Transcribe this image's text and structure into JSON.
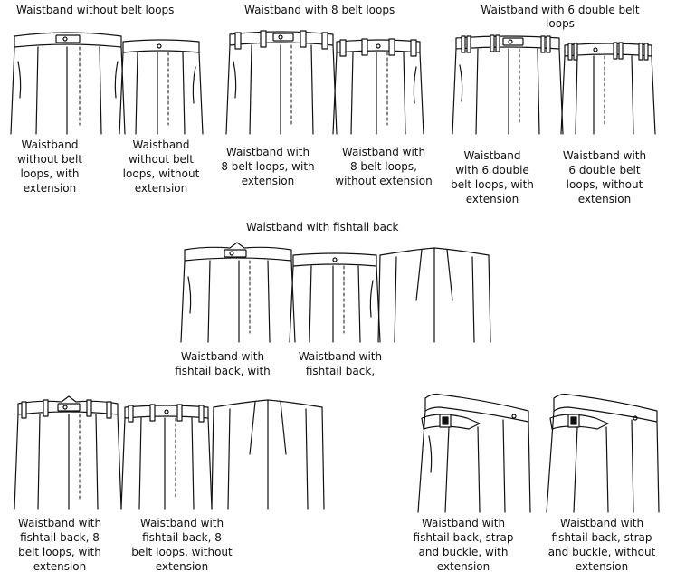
{
  "sections": [
    {
      "title": "Waistband without belt loops"
    },
    {
      "title": "Waistband with 8 belt loops"
    },
    {
      "title": "Waistband with 6 double belt\nloops"
    },
    {
      "title": "Waistband with fishtail back"
    }
  ],
  "captions": [
    "Waistband\nwithout belt\nloops, with\nextension",
    "Waistband\nwithout belt\nloops, without\nextension",
    "Waistband with\n8 belt loops, with\nextension",
    "Waistband with\n8 belt loops,\nwithout extension",
    "Waistband\nwith 6 double\nbelt loops, with\nextension",
    "Waistband with\n6 double belt\nloops, without\nextension",
    "Waistband with\nfishtail back, with",
    "Waistband with\nfishtail back,",
    "Waistband with\nfishtail back, 8\nbelt loops, with\nextension",
    "Waistband with\nfishtail back, 8\nbelt loops, without\nextension",
    "Waistband with\nfishtail back, strap\nand buckle, with\nextension",
    "Waistband with\nfishtail back, strap\nand buckle, without\nextension"
  ]
}
